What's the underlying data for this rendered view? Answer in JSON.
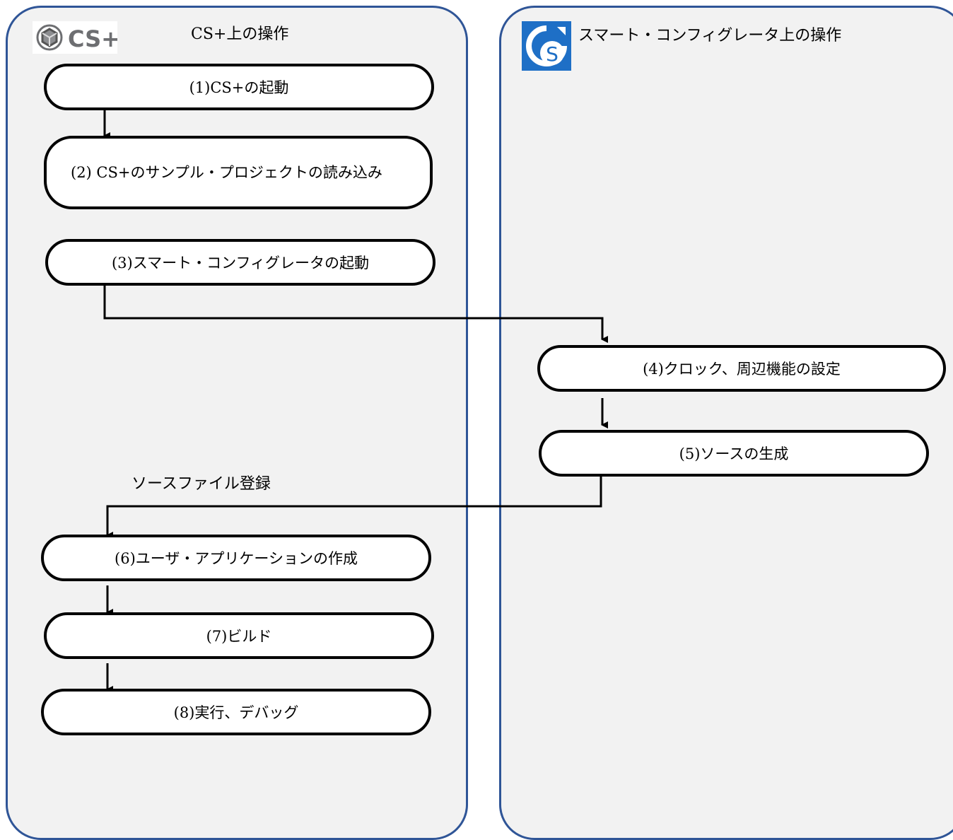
{
  "lanes": {
    "cs": {
      "title": "CS+上の操作",
      "logo_text": "CS+"
    },
    "sc": {
      "title": "スマート・コンフィグレータ上の操作",
      "logo_text": "S"
    }
  },
  "steps": [
    "(1)CS+の起動",
    "(2) CS+のサンプル・プロジェクトの読み込み",
    "(3)スマート・コンフィグレータの起動",
    "(4)クロック、周辺機能の設定",
    "(5)ソースの生成",
    "(6)ユーザ・アプリケーションの作成",
    "(7)ビルド",
    "(8)実行、デバッグ"
  ],
  "notes": {
    "source_register": "ソースファイル登録"
  },
  "colors": {
    "lane_fill": "#f2f2f2",
    "lane_border": "#2f5597",
    "sc_logo_blue": "#1e6fc6",
    "cs_logo_gray": "#6d6e71"
  }
}
